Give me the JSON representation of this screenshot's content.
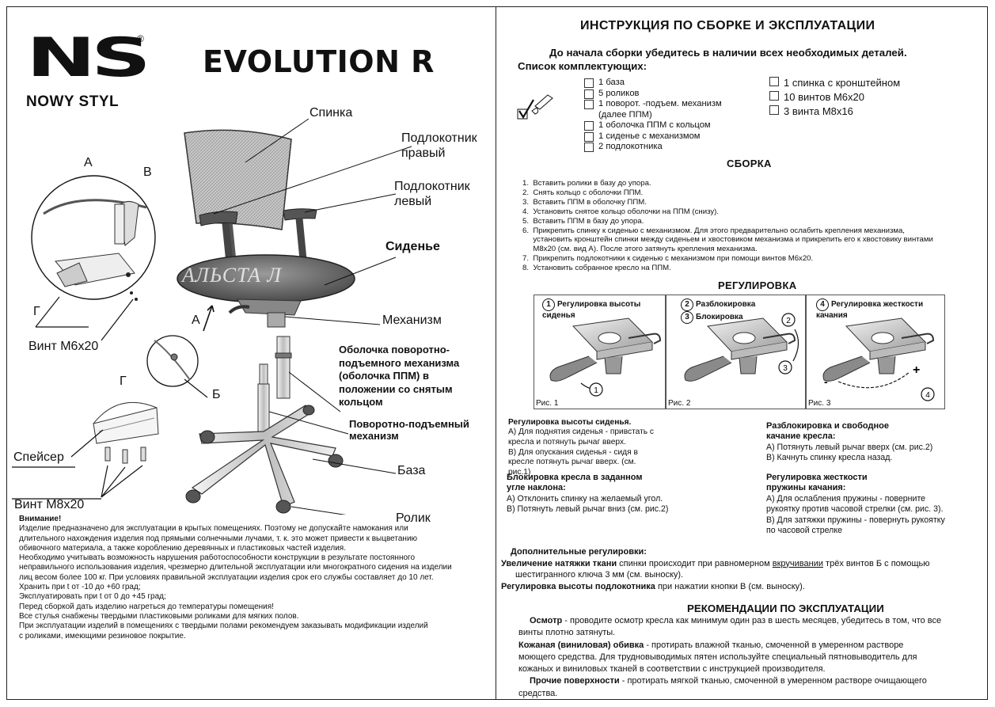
{
  "brand": {
    "logo_text": "NS",
    "company": "NOWY STYL",
    "reg": "®"
  },
  "product": {
    "model": "EVOLUTION R"
  },
  "left_labels": {
    "back": "Спинка",
    "armrest_right": "Подлокотник\nправый",
    "armrest_left": "Подлокотник\nлевый",
    "seat": "Сиденье",
    "mechanism": "Механизм",
    "ppm_shell": "Оболочка поворотно-\nподъемного механизма\n(оболочка ППМ) в\nположении со снятым\nкольцом",
    "lift": "Поворотно-подъемный\nмеханизм",
    "base": "База",
    "caster": "Ролик",
    "callout_a": "А",
    "callout_b": "В",
    "callout_g": "Г",
    "callout_g2": "Г",
    "callout_a2": "А",
    "callout_b2": "Б",
    "screw_m6": "Винт М6х20",
    "spacer": "Спейсер",
    "screw_m8": "Винт М8х20",
    "watermark": "АЛЬСТА Л"
  },
  "warning": {
    "title": "Внимание!",
    "lines": [
      "Изделие предназначено для эксплуатации в крытых помещениях. Поэтому не допускайте намокания или",
      "длительного нахождения изделия под прямыми солнечными лучами, т. к. это может привести к выцветанию",
      "обивочного материала, а также короблению деревянных и пластиковых частей изделия.",
      "Необходимо учитывать возможность нарушения работоспособности конструкции в результате постоянного",
      "неправильного использования изделия, чрезмерно длительной эксплуатации или многократного сидения на изделии",
      "лиц весом более 100 кг. При условиях правильной эксплуатации изделия срок его службы составляет до 10 лет.",
      "Хранить при t от -10 до +60 град;",
      "Эксплуатировать при t от 0 до +45 град;",
      "Перед сборкой дать изделию нагреться до температуры помещения!",
      "Все стулья снабжены твердыми пластиковыми роликами для мягких полов.",
      "При эксплуатации изделий в помещениях с твердыми полами рекомендуем заказывать модификации изделий",
      "с роликами, имеющими резиновое покрытие."
    ]
  },
  "right": {
    "title": "ИНСТРУКЦИЯ ПО  СБОРКЕ И ЭКСПЛУАТАЦИИ",
    "check_note": "До начала сборки убедитесь в наличии всех необходимых деталей.",
    "kit_title": "Список комплектующих:",
    "kit_left": [
      "1 база",
      "5 роликов",
      "1 поворот. -подъем. механизм\n(далее ППМ)",
      "1 оболочка ППМ с кольцом",
      "1 сиденье с механизмом",
      "2 подлокотника"
    ],
    "kit_right": [
      "1 спинка с кронштейном",
      "10 винтов М6х20",
      "3 винта М8х16"
    ],
    "assembly_title": "СБОРКА",
    "assembly_steps": [
      "1.  Вставить ролики в базу до упора.",
      "2.  Снять кольцо с оболочки ППМ.",
      "3.  Вставить ППМ в оболочку ППМ.",
      "4.  Установить снятое кольцо оболочки на ППМ (снизу).",
      "5.  Вставить ППМ в базу до упора.",
      "6.  Прикрепить спинку к сиденью с механизмом. Для этого предварительно ослабить крепления механизма,",
      "     установить кронштейн спинки между сиденьем и хвостовиком механизма и прикрепить его к хвостовику винтами",
      "     М8х20 (см. вид А). После этого затянуть крепления механизма.",
      "7.  Прикрепить подлокотники к сиденью с механизмом при помощи винтов М6х20.",
      "8.  Установить собранное кресло на ППМ."
    ],
    "adjust_title": "РЕГУЛИРОВКА",
    "figs": [
      {
        "caption": "Регулировка высоты\nсиденья",
        "nums": [
          "1"
        ],
        "label": "Рис. 1"
      },
      {
        "caption": "Разблокировка",
        "caption2": "Блокировка",
        "nums": [
          "2",
          "3"
        ],
        "label": "Рис. 2"
      },
      {
        "caption": "Регулировка жесткости\nкачания",
        "nums": [
          "4"
        ],
        "label": "Рис. 3"
      }
    ],
    "fig_marks": {
      "one": "1",
      "two": "2",
      "three": "3",
      "four": "4",
      "minus": "-",
      "plus": "+"
    },
    "seat_height": {
      "title": "Регулировка высоты сиденья.",
      "a": "А) Для поднятия сиденья - привстать с\nкресла и потянуть рычаг вверх.",
      "b": "В) Для опускания сиденья - сидя в\nкресле потянуть рычаг вверх. (см.\nрис.1)"
    },
    "lock": {
      "title": "Блокировка кресла в заданном\nугле наклона:",
      "a": "А) Отклонить спинку на желаемый угол.",
      "b": "В) Потянуть левый рычаг вниз (см. рис.2)"
    },
    "unlock": {
      "title": "Разблокировка  и свободное\nкачание кресла:",
      "a": "А) Потянуть левый рычаг вверх (см. рис.2)",
      "b": "В) Качнуть спинку кресла назад."
    },
    "stiffness": {
      "title": "Регулировка жесткости\nпружины качания:",
      "a": "А) Для ослабления пружины - поверните\nрукоятку против часовой стрелки (см. рис. 3).",
      "b": "В) Для затяжки пружины - повернуть рукоятку\n    по часовой стрелке"
    },
    "extra_title": "Дополнительные регулировки:",
    "extra_tension_b": "Увеличение натяжки ткани",
    "extra_tension_1": " спинки происходит при равномерном ",
    "extra_tension_u": "вкручивании",
    "extra_tension_2": " трёх винтов Б с помощью",
    "extra_tension_3": "шестигранного ключа 3 мм (см. выноску).",
    "extra_arm_b": "Регулировка высоты подлокотника",
    "extra_arm": " при нажатии кнопки В (см. выноску).",
    "rec_title": "РЕКОМЕНДАЦИИ ПО ЭКСПЛУАТАЦИИ",
    "rec_inspect_b": "Осмотр",
    "rec_inspect": " - проводите осмотр кресла как минимум один раз в шесть месяцев, убедитесь в том, что все",
    "rec_inspect2": "винты плотно затянуты.",
    "rec_leather_b": "Кожаная  (виниловая) обивка",
    "rec_leather": " - протирать влажной тканью, смоченной в умеренном растворе",
    "rec_leather2": "моющего средства. Для трудновыводимых пятен используйте специальный пятновыводитель для",
    "rec_leather3": "кожаных и виниловых тканей в соответствии с инструкцией производителя.",
    "rec_other_b": "Прочие поверхности",
    "rec_other": " - протирать мягкой тканью, смоченной в умеренном растворе очищающего",
    "rec_other2": "средства."
  }
}
